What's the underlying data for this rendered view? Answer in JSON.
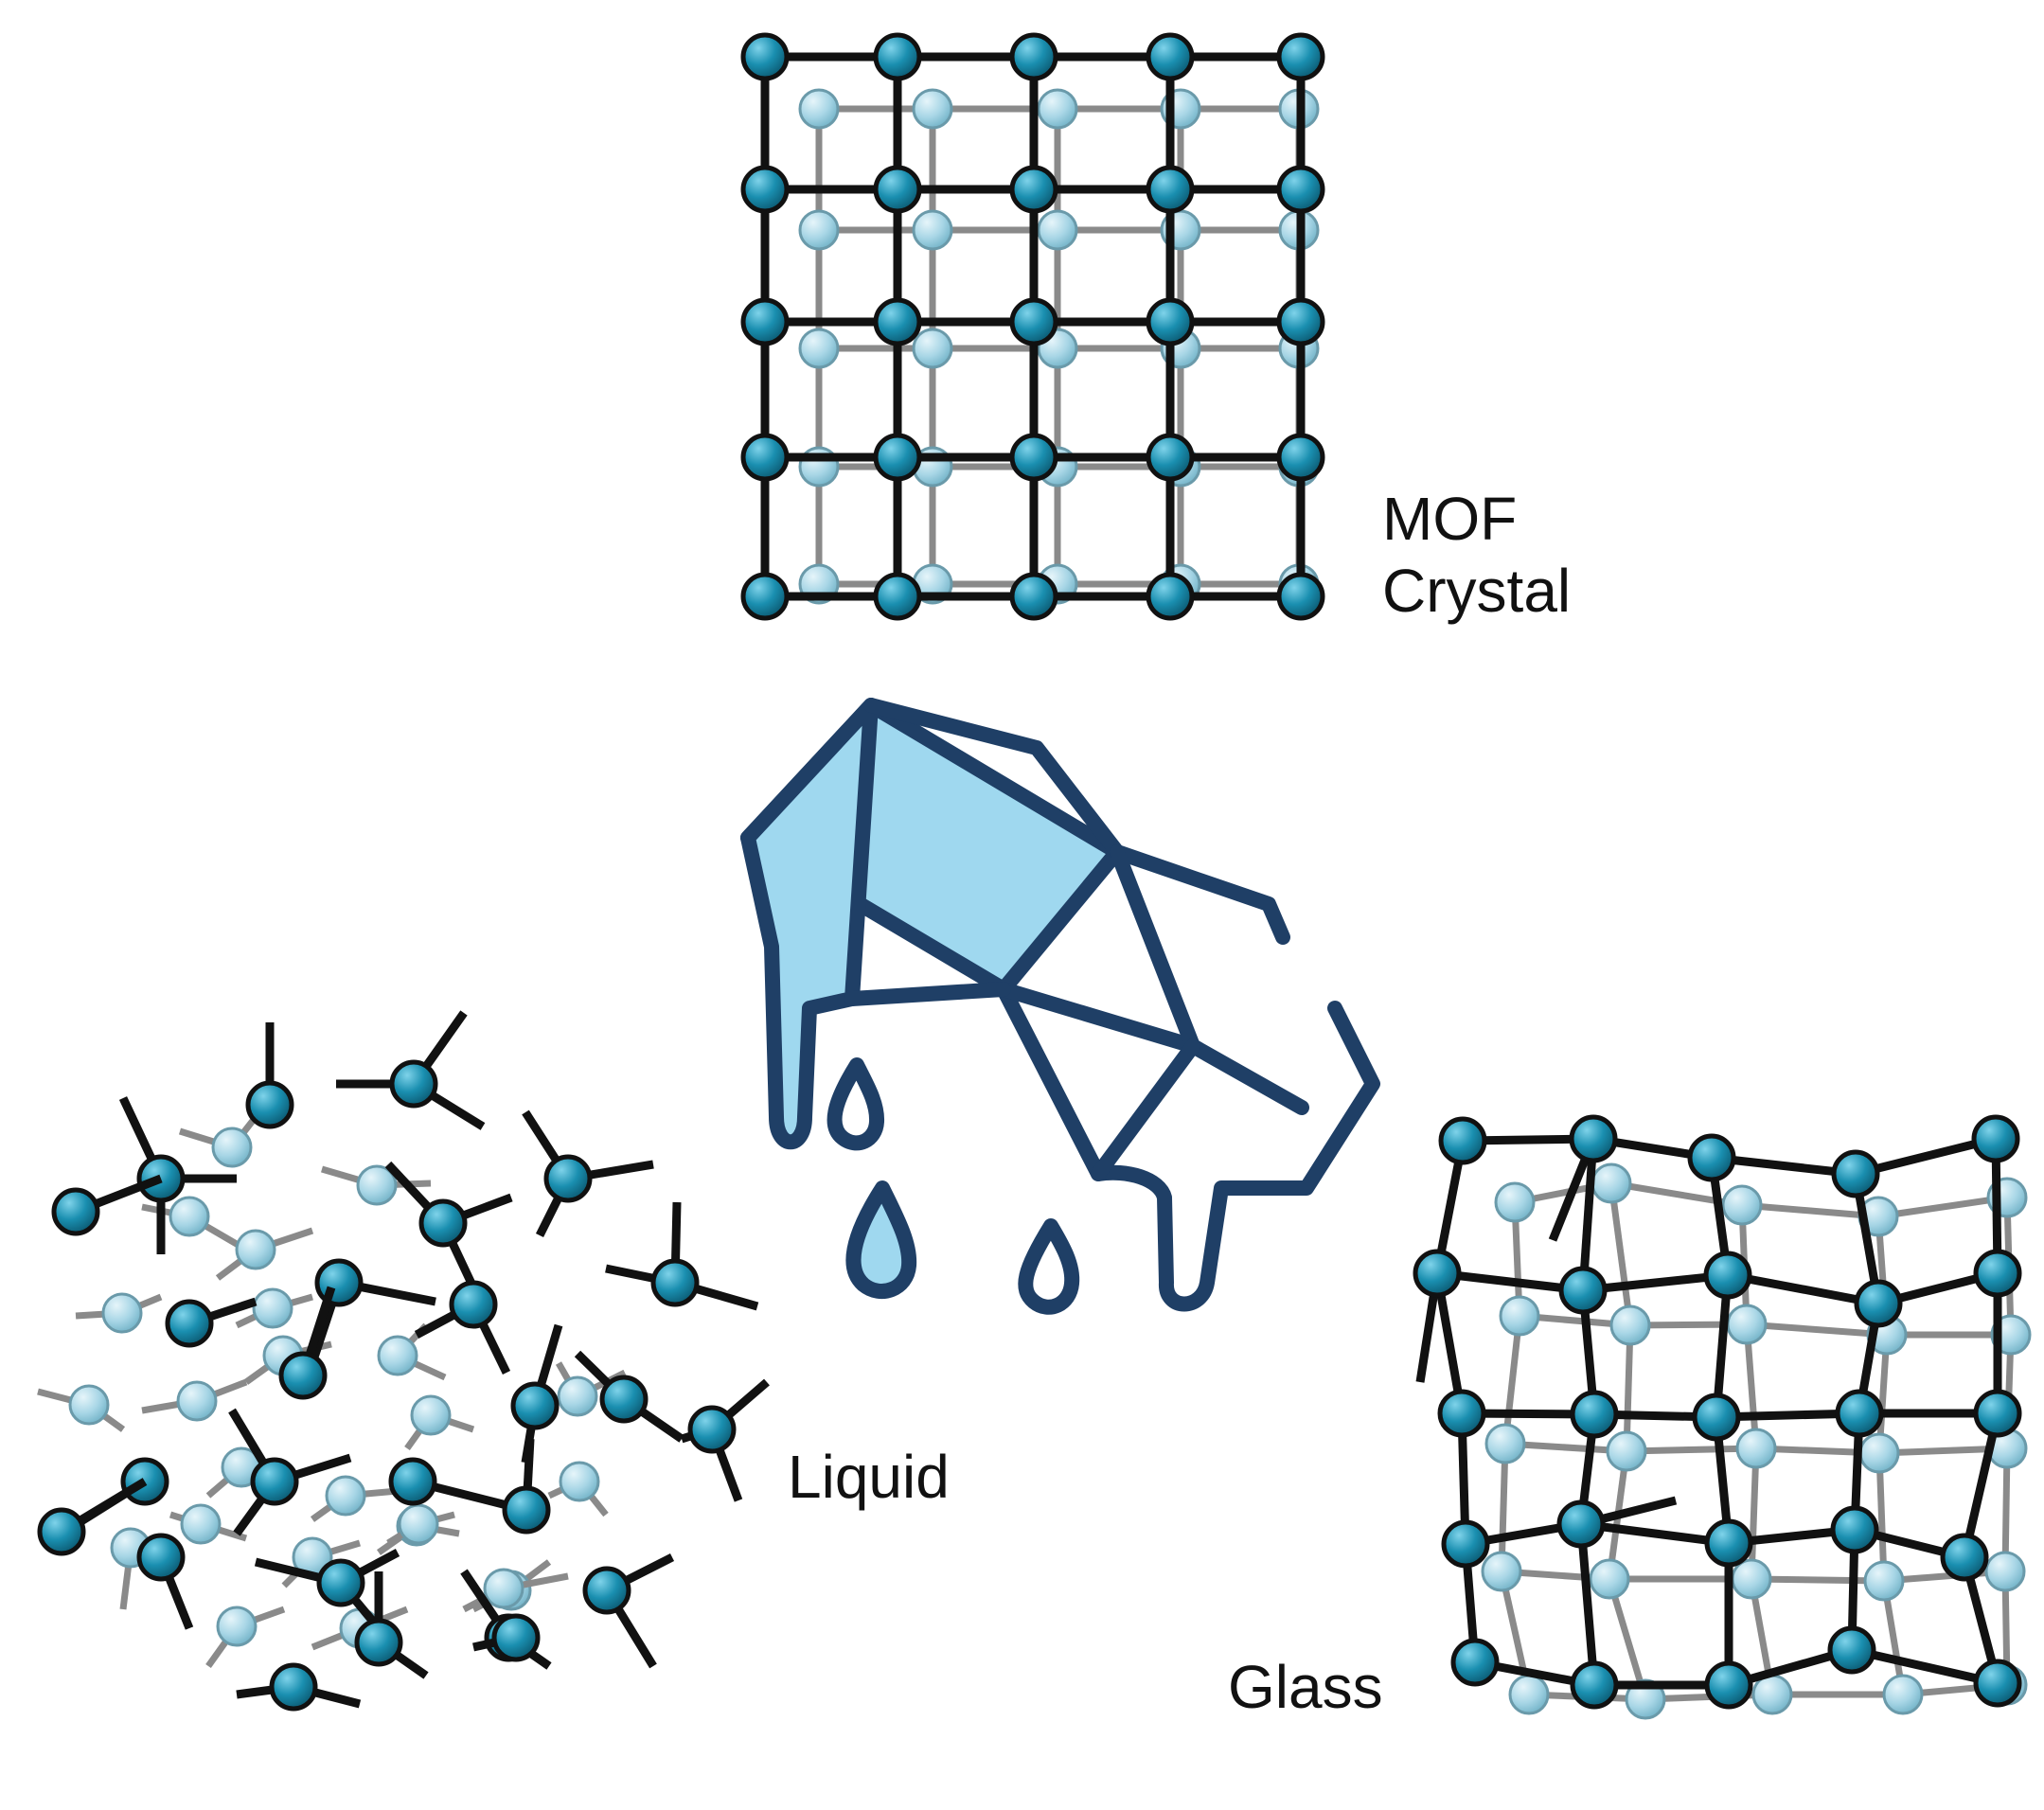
{
  "labels": {
    "mof_line1": "MOF",
    "mof_line2": "Crystal",
    "liquid": "Liquid",
    "glass": "Glass"
  },
  "colors": {
    "node_front": "#1a8fb0",
    "node_back": "#a8d6e6",
    "bond_front": "#111111",
    "bond_back": "#8a8a8a",
    "icon_stroke": "#1f3f66",
    "icon_fill": "#9fd8ef",
    "background": "#ffffff"
  },
  "icons": {
    "melting": "melting-cube-icon"
  }
}
